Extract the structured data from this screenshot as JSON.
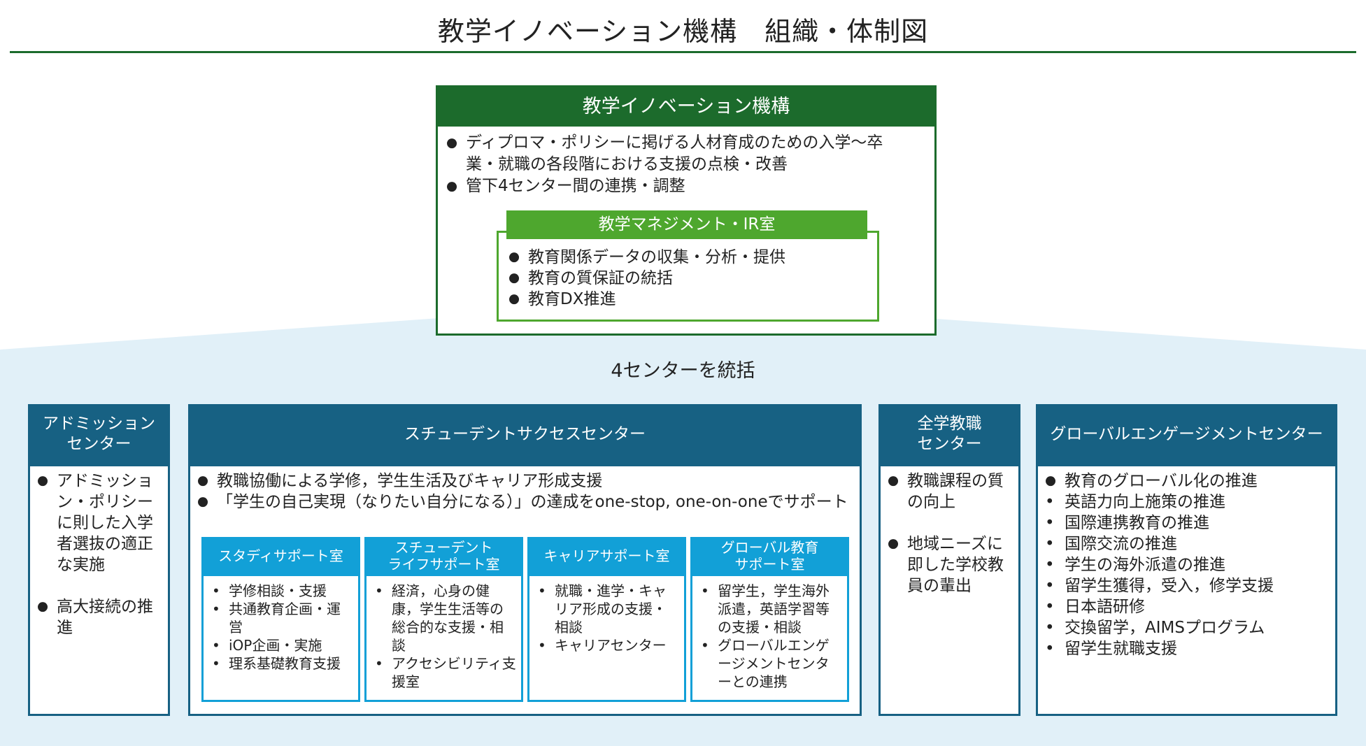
{
  "title": "教学イノベーション機構　組織・体制図",
  "colors": {
    "dark_green": "#1c6b2c",
    "light_green": "#4ea72e",
    "navy": "#176183",
    "cyan": "#12a0d7",
    "band": "#e1f0f8"
  },
  "kiko": {
    "header": "教学イノベーション機構",
    "bullets": [
      "ディプロマ・ポリシーに掲げる人材育成のための入学～卒業・就職の各段階における支援の点検・改善",
      "管下4センター間の連携・調整"
    ],
    "ir": {
      "header": "教学マネジメント・IR室",
      "bullets": [
        "教育関係データの収集・分析・提供",
        "教育の質保証の統括",
        "教育DX推進"
      ]
    }
  },
  "integrate_label": "4センターを統括",
  "admission": {
    "header": "アドミッション\nセンター",
    "bullets": [
      "アドミッション・ポリシーに則した入学者選抜の適正な実施",
      "高大接続の推進"
    ]
  },
  "success": {
    "header": "スチューデントサクセスセンター",
    "bullets": [
      "教職協働による学修，学生生活及びキャリア形成支援",
      "「学生の自己実現（なりたい自分になる）」の達成をone-stop, one-on-oneでサポート"
    ],
    "rooms": [
      {
        "header": "スタディサポート室",
        "items": [
          "学修相談・支援",
          "共通教育企画・運営",
          "iOP企画・実施",
          "理系基礎教育支援"
        ]
      },
      {
        "header": "スチューデント\nライフサポート室",
        "items": [
          "経済，心身の健康，学生生活等の総合的な支援・相談",
          "アクセシビリティ支援室"
        ]
      },
      {
        "header": "キャリアサポート室",
        "items": [
          "就職・進学・キャリア形成の支援・相談",
          "キャリアセンター"
        ]
      },
      {
        "header": "グローバル教育\nサポート室",
        "items": [
          "留学生，学生海外派遣，英語学習等の支援・相談",
          "グローバルエンゲージメントセンターとの連携"
        ]
      }
    ]
  },
  "kyoshoku": {
    "header": "全学教職\nセンター",
    "bullets": [
      "教職課程の質の向上",
      "地域ニーズに即した学校教員の輩出"
    ]
  },
  "global": {
    "header": "グローバルエンゲージメントセンター",
    "lead": "教育のグローバル化の推進",
    "items": [
      "英語力向上施策の推進",
      "国際連携教育の推進",
      "国際交流の推進",
      "学生の海外派遣の推進",
      "留学生獲得，受入，修学支援",
      "日本語研修",
      "交換留学，AIMSプログラム",
      "留学生就職支援"
    ]
  }
}
